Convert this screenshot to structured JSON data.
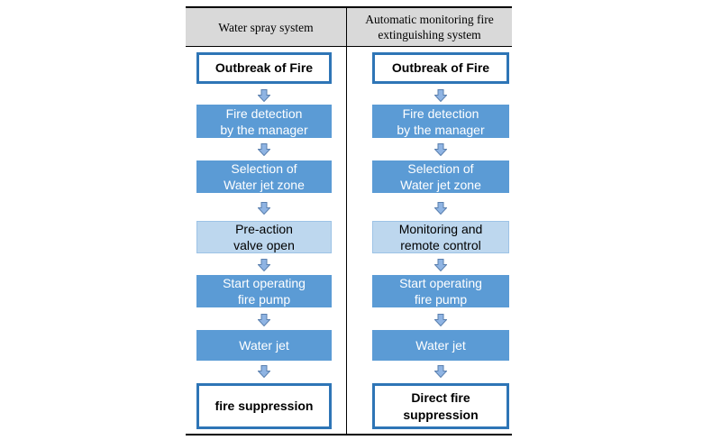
{
  "headers": {
    "left": "Water spray system",
    "right_line1": "Automatic monitoring fire",
    "right_line2": "extinguishing system"
  },
  "left_column": {
    "steps": [
      {
        "line1": "Outbreak of Fire",
        "line2": ""
      },
      {
        "line1": "Fire detection",
        "line2": "by the manager"
      },
      {
        "line1": "Selection of",
        "line2": "Water jet zone"
      },
      {
        "line1": "Pre-action",
        "line2": "valve open"
      },
      {
        "line1": "Start operating",
        "line2": "fire pump"
      },
      {
        "line1": "Water jet",
        "line2": ""
      },
      {
        "line1": "fire suppression",
        "line2": ""
      }
    ]
  },
  "right_column": {
    "steps": [
      {
        "line1": "Outbreak of Fire",
        "line2": ""
      },
      {
        "line1": "Fire detection",
        "line2": "by the manager"
      },
      {
        "line1": "Selection of",
        "line2": "Water jet zone"
      },
      {
        "line1": "Monitoring and",
        "line2": "remote control"
      },
      {
        "line1": "Start operating",
        "line2": "fire pump"
      },
      {
        "line1": "Water jet",
        "line2": ""
      },
      {
        "line1": "Direct fire",
        "line2": "suppression"
      }
    ]
  },
  "colors": {
    "outline_border": "#2e75b6",
    "dark_box": "#5b9bd5",
    "light_box": "#bdd7ee",
    "header_bg": "#d9d9d9",
    "arrow_fill": "#8fb4e3",
    "arrow_stroke": "#5a7fae"
  },
  "icons": {
    "flow_arrow": "down-arrow-icon"
  }
}
